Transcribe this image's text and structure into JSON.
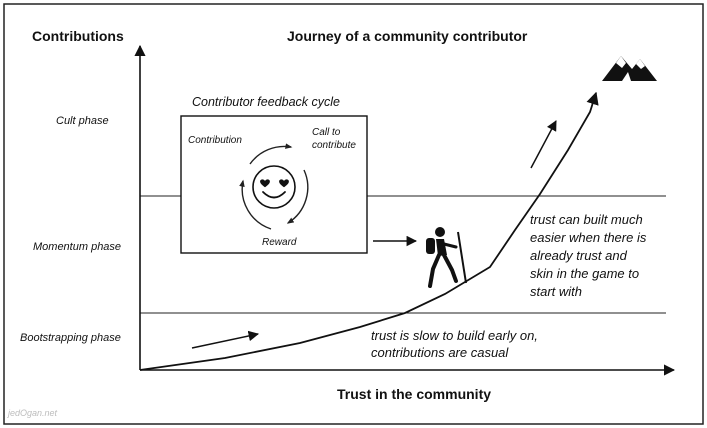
{
  "title": "Journey of a community contributor",
  "y_axis_label": "Contributions",
  "x_axis_label": "Trust in the community",
  "phases": {
    "cult": "Cult phase",
    "momentum": "Momentum phase",
    "bootstrapping": "Bootstrapping phase"
  },
  "feedback_cycle": {
    "title": "Contributor feedback cycle",
    "contribution": "Contribution",
    "call_line1": "Call to",
    "call_line2": "contribute",
    "reward": "Reward"
  },
  "notes": {
    "late": [
      "trust can built much",
      "easier when there is",
      "already trust and",
      "skin in the game to",
      "start with"
    ],
    "early": [
      "trust is slow to build early on,",
      "contributions are casual"
    ]
  },
  "watermark": "jedOgan.net",
  "icons": {
    "emoji": "smiling-face-with-heart-eyes-icon",
    "hiker": "hiker-icon",
    "mountain": "mountain-icon"
  }
}
